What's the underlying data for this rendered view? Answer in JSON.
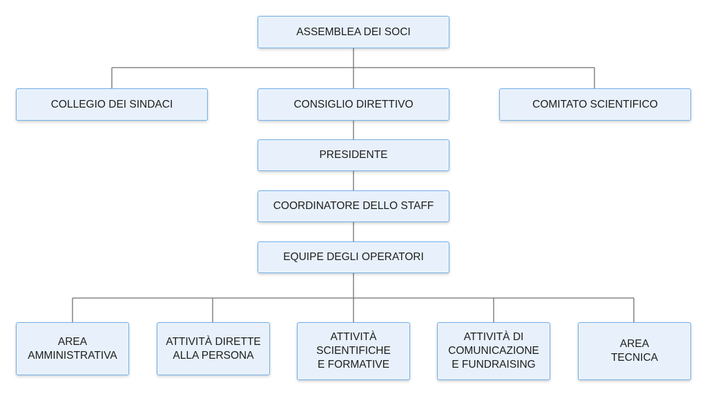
{
  "diagram": {
    "nodes": {
      "assemblea": "ASSEMBLEA DEI SOCI",
      "collegio": "COLLEGIO DEI SINDACI",
      "consiglio": "CONSIGLIO DIRETTIVO",
      "comitato": "COMITATO SCIENTIFICO",
      "presidente": "PRESIDENTE",
      "coordinatore": "COORDINATORE DELLO STAFF",
      "equipe": "EQUIPE DEGLI OPERATORI",
      "area_amministrativa": "AREA\nAMMINISTRATIVA",
      "attivita_dirette": "ATTIVITÀ DIRETTE\nALLA PERSONA",
      "attivita_scientifiche": "ATTIVITÀ\nSCIENTIFICHE\nE FORMATIVE",
      "attivita_comunicazione": "ATTIVITÀ DI\nCOMUNICAZIONE\nE FUNDRAISING",
      "area_tecnica": "AREA\nTECNICA"
    },
    "edges": [
      [
        "assemblea",
        "collegio"
      ],
      [
        "assemblea",
        "consiglio"
      ],
      [
        "assemblea",
        "comitato"
      ],
      [
        "consiglio",
        "presidente"
      ],
      [
        "presidente",
        "coordinatore"
      ],
      [
        "coordinatore",
        "equipe"
      ],
      [
        "equipe",
        "area_amministrativa"
      ],
      [
        "equipe",
        "attivita_dirette"
      ],
      [
        "equipe",
        "attivita_scientifiche"
      ],
      [
        "equipe",
        "attivita_comunicazione"
      ],
      [
        "equipe",
        "area_tecnica"
      ]
    ],
    "colors": {
      "node_fill": "#e8f1fb",
      "node_border": "#72b0e8",
      "connector": "#6f6f6f",
      "text": "#1d1d1d"
    }
  }
}
